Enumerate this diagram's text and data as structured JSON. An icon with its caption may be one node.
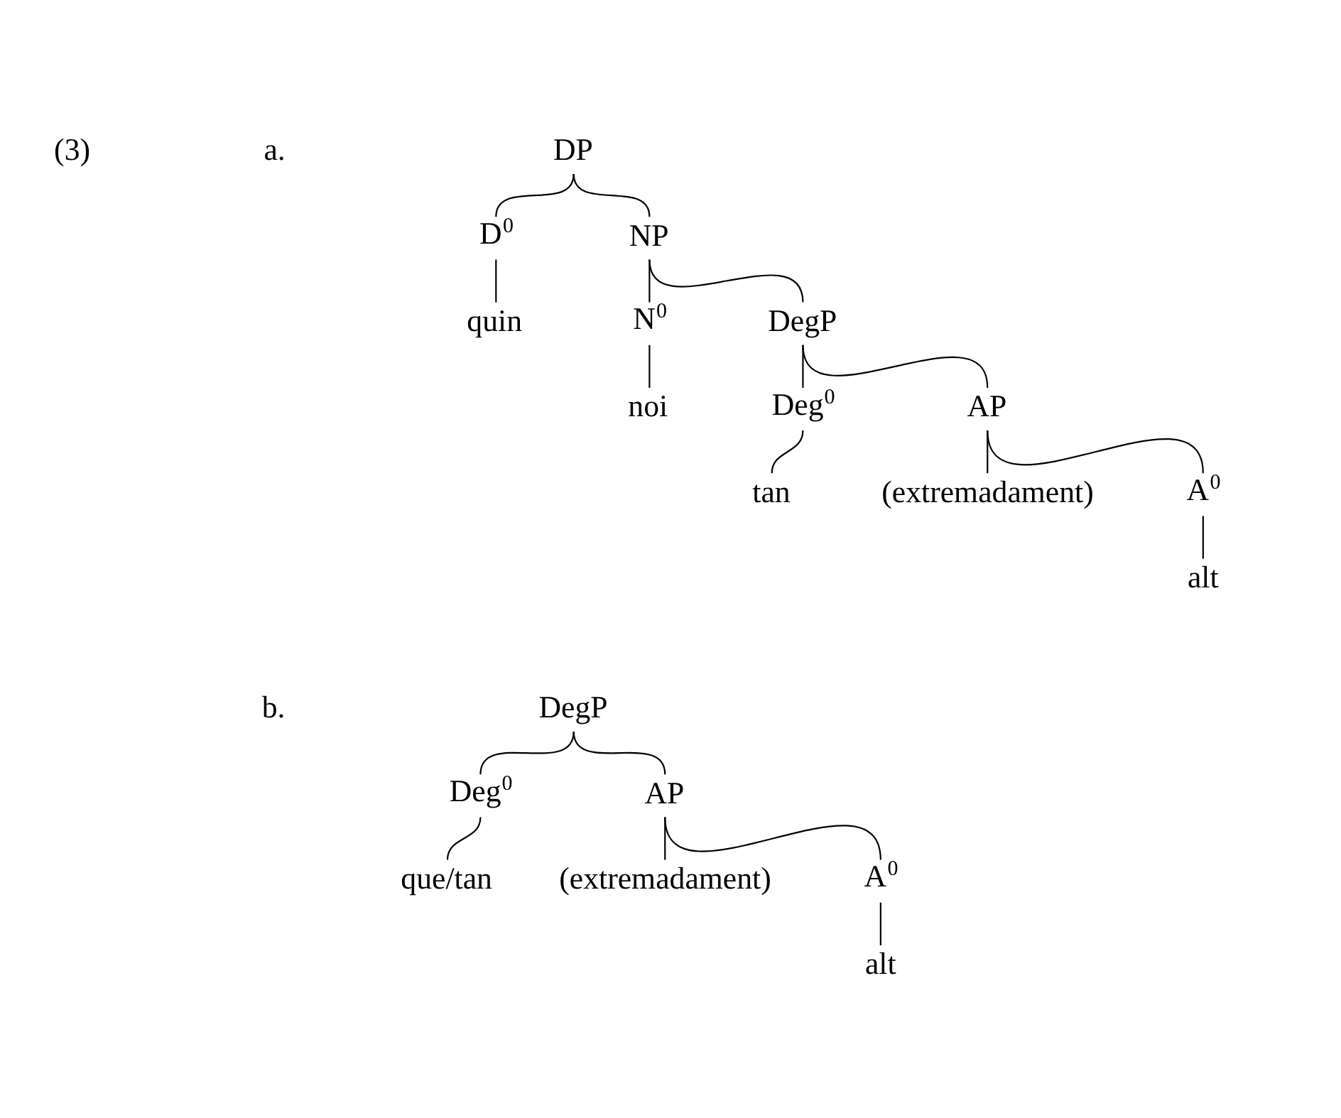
{
  "diagram": {
    "nodes": [
      {
        "text": [
          "DP"
        ]
      },
      {
        "text": [
          "D$^{0}$"
        ]
      },
      {
        "text": [
          "NP"
        ]
      },
      {
        "text": [
          "quin"
        ]
      },
      {
        "text": [
          "N$^{0}$"
        ]
      },
      {
        "text": [
          "DegP"
        ]
      },
      {
        "text": [
          "noi"
        ]
      },
      {
        "text": [
          "Deg$^{0}$"
        ]
      },
      {
        "text": [
          "AP"
        ]
      },
      {
        "text": [
          "tan"
        ]
      },
      {
        "text": [
          "(extremadament)"
        ]
      },
      {
        "text": [
          "A$^{0}$"
        ]
      },
      {
        "text": [
          "alt"
        ]
      },
      {
        "text": [
          "DegP"
        ]
      },
      {
        "text": [
          "Deg$^{0}$"
        ]
      },
      {
        "text": [
          "AP"
        ]
      },
      {
        "text": [
          "que/tan"
        ]
      },
      {
        "text": [
          "(extremadament)"
        ]
      },
      {
        "text": [
          "A$^{0}$"
        ]
      },
      {
        "text": [
          "alt"
        ]
      }
    ],
    "edges": [
      {
        "from": 0,
        "to": 1,
        "arrow": "none"
      },
      {
        "from": 0,
        "to": 2,
        "arrow": "none"
      },
      {
        "from": 1,
        "to": 3,
        "arrow": "none"
      },
      {
        "from": 2,
        "to": 4,
        "arrow": "none"
      },
      {
        "from": 2,
        "to": 5,
        "arrow": "none"
      },
      {
        "from": 4,
        "to": 6,
        "arrow": "none"
      },
      {
        "from": 5,
        "to": 7,
        "arrow": "none"
      },
      {
        "from": 5,
        "to": 8,
        "arrow": "none"
      },
      {
        "from": 7,
        "to": 9,
        "arrow": "none"
      },
      {
        "from": 8,
        "to": 10,
        "arrow": "none"
      },
      {
        "from": 8,
        "to": 11,
        "arrow": "none"
      },
      {
        "from": 11,
        "to": 12,
        "arrow": "none"
      },
      {
        "from": 13,
        "to": 14,
        "arrow": "none"
      },
      {
        "from": 13,
        "to": 15,
        "arrow": "none"
      },
      {
        "from": 14,
        "to": 16,
        "arrow": "none"
      },
      {
        "from": 15,
        "to": 17,
        "arrow": "none"
      },
      {
        "from": 15,
        "to": 18,
        "arrow": "none"
      },
      {
        "from": 18,
        "to": 19,
        "arrow": "none"
      }
    ],
    "labels": [
      "(3)",
      "a.",
      "b."
    ]
  }
}
